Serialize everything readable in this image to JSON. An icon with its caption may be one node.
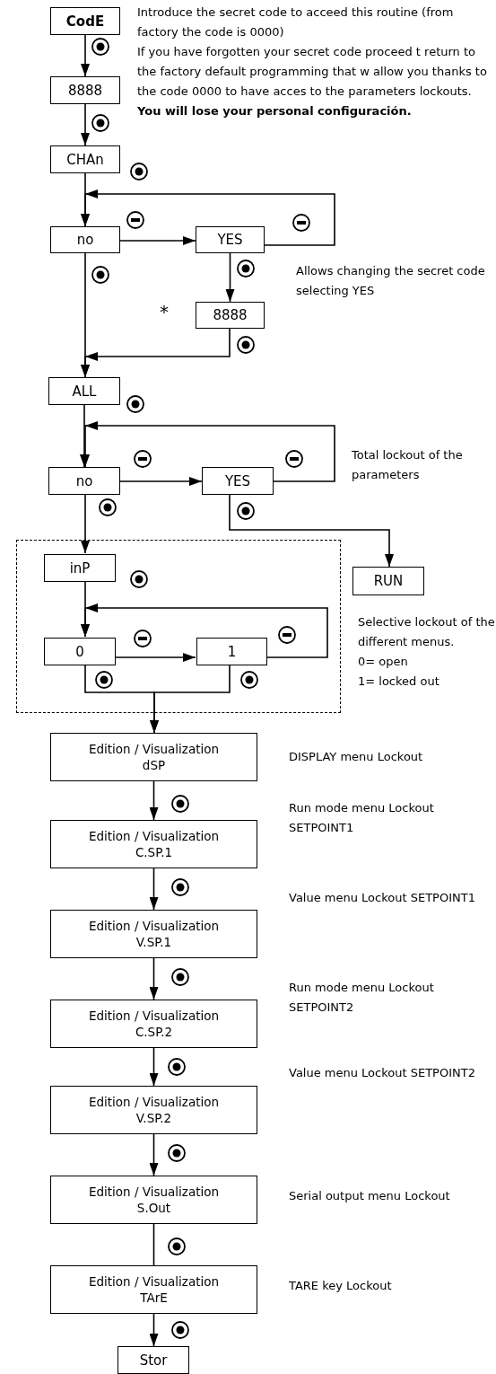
{
  "diagram": {
    "nodes": [
      {
        "text": [
          "CodE"
        ]
      },
      {
        "text": [
          "8888"
        ]
      },
      {
        "text": [
          "CHAn"
        ]
      },
      {
        "text": [
          "no"
        ]
      },
      {
        "text": [
          "YES"
        ]
      },
      {
        "text": [
          "8888"
        ],
        "beside": [
          "*"
        ]
      },
      {
        "text": [
          "ALL"
        ]
      },
      {
        "text": [
          "no"
        ]
      },
      {
        "text": [
          "YES"
        ]
      },
      {
        "text": [],
        "shape": "box"
      },
      {
        "text": [
          "inP"
        ],
        "in": 9
      },
      {
        "text": [
          "0"
        ],
        "in": 9
      },
      {
        "text": [
          "1"
        ],
        "in": 9
      },
      {
        "text": [
          "RUN"
        ]
      },
      {
        "text": [
          "Edition / Visualization",
          "dSP"
        ],
        "beside": [
          "DISPLAY menu Lockout"
        ]
      },
      {
        "text": [
          "Edition / Visualization",
          "C.SP.1"
        ],
        "beside": [
          "Run mode menu Lockout SETPOINT1"
        ]
      },
      {
        "text": [
          "Edition / Visualization",
          "V.SP.1"
        ],
        "beside": [
          "Value menu Lockout SETPOINT1"
        ]
      },
      {
        "text": [
          "Edition / Visualization",
          "C.SP.2"
        ],
        "beside": [
          "Run mode menu Lockout SETPOINT2"
        ]
      },
      {
        "text": [
          "Edition / Visualization",
          "V.SP.2"
        ],
        "beside": [
          "Value menu Lockout SETPOINT2"
        ]
      },
      {
        "text": [
          "Edition / Visualization",
          "S.Out"
        ],
        "beside": [
          "Serial output menu Lockout"
        ]
      },
      {
        "text": [
          "Edition / Visualization",
          "TArE"
        ],
        "beside": [
          "TARE key Lockout"
        ]
      },
      {
        "text": [
          "Stor"
        ]
      }
    ],
    "edges": [
      {
        "from": 0,
        "to": 1,
        "arrow": "to"
      },
      {
        "from": 1,
        "to": 2,
        "arrow": "to"
      },
      {
        "from": 2,
        "to": 3,
        "arrow": "to"
      },
      {
        "from": 3,
        "to": 4,
        "arrow": "to"
      },
      {
        "from": 4,
        "to": 3,
        "arrow": "to"
      },
      {
        "from": 3,
        "to": 6,
        "arrow": "to"
      },
      {
        "from": 4,
        "to": 5,
        "arrow": "to"
      },
      {
        "from": 5,
        "to": 6,
        "arrow": "to"
      },
      {
        "from": 6,
        "to": 7,
        "arrow": "to"
      },
      {
        "from": 7,
        "to": 8,
        "arrow": "to"
      },
      {
        "from": 8,
        "to": 7,
        "arrow": "to"
      },
      {
        "from": 7,
        "to": 10,
        "arrow": "to"
      },
      {
        "from": 8,
        "to": 13,
        "arrow": "to"
      },
      {
        "from": 10,
        "to": 11,
        "arrow": "to"
      },
      {
        "from": 11,
        "to": 12,
        "arrow": "to"
      },
      {
        "from": 12,
        "to": 11,
        "arrow": "to"
      },
      {
        "from": 11,
        "to": 14,
        "arrow": "to"
      },
      {
        "from": 12,
        "to": 14,
        "arrow": "to"
      },
      {
        "from": 14,
        "to": 15,
        "arrow": "to"
      },
      {
        "from": 15,
        "to": 16,
        "arrow": "to"
      },
      {
        "from": 16,
        "to": 17,
        "arrow": "to"
      },
      {
        "from": 17,
        "to": 18,
        "arrow": "to"
      },
      {
        "from": 18,
        "to": 19,
        "arrow": "to"
      },
      {
        "from": 19,
        "to": 20,
        "arrow": "none"
      },
      {
        "from": 20,
        "to": 21,
        "arrow": "to"
      }
    ],
    "labels": [
      "Introduce the secret code to acceed this routine (from factory the code is 0000)",
      "If you have forgotten your secret code proceed t return to the factory default programming that w allow you thanks to the code 0000 to have acces to the parameters lockouts. **You will lose your personal configuración.**",
      "Allows changing the secret code selecting YES",
      "Total lockout of the parameters",
      "Selective lockout of the different menus.",
      "0= open",
      "1= locked out"
    ]
  }
}
